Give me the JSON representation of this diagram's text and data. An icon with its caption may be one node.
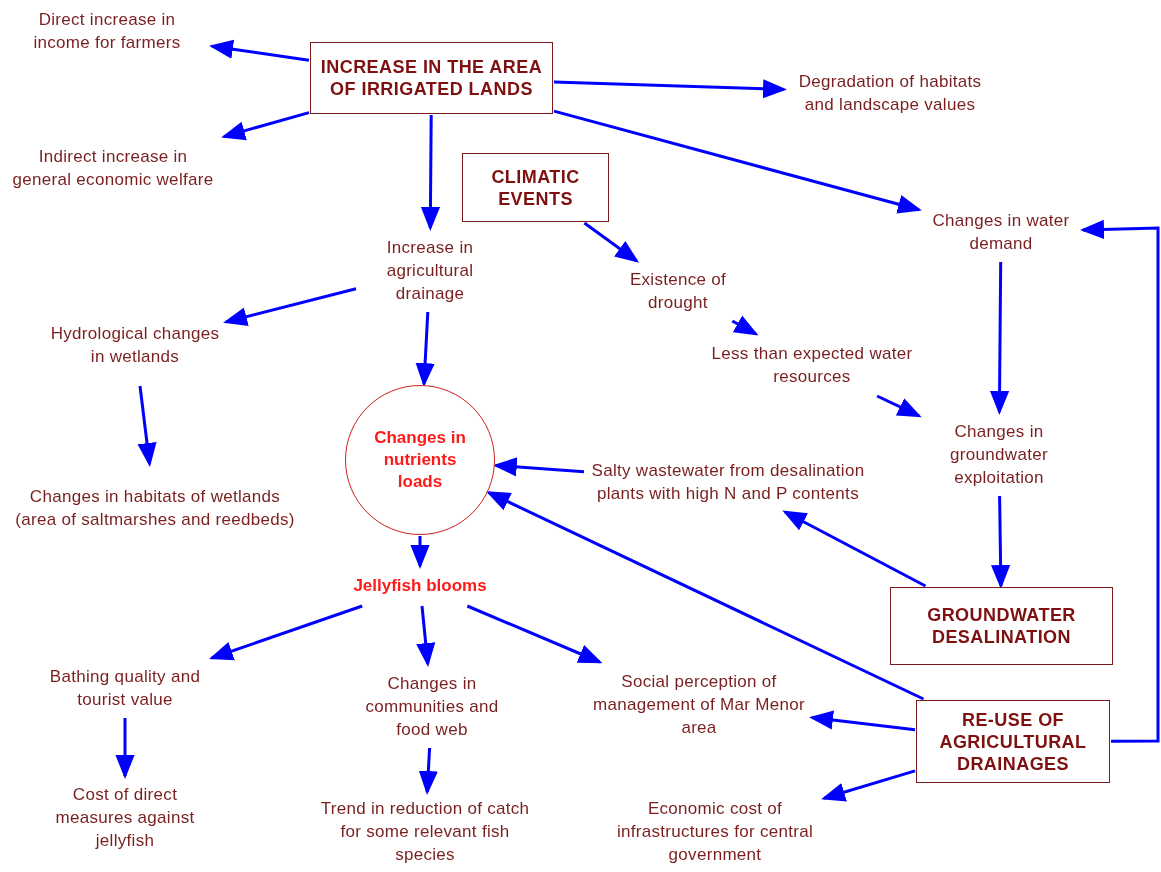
{
  "diagram": {
    "nodes": [
      {
        "text": [
          "INCREASE IN THE AREA OF IRRIGATED LANDS"
        ]
      },
      {
        "text": [
          "Direct increase in income for farmers"
        ]
      },
      {
        "text": [
          "Indirect increase in general economic welfare"
        ]
      },
      {
        "text": [
          "Degradation of habitats and landscape values"
        ]
      },
      {
        "text": [
          "CLIMATIC EVENTS"
        ]
      },
      {
        "text": [
          "Increase in agricultural drainage"
        ]
      },
      {
        "text": [
          "Changes in water demand"
        ]
      },
      {
        "text": [
          "Existence of drought"
        ]
      },
      {
        "text": [
          "Hydrological changes in wetlands"
        ]
      },
      {
        "text": [
          "Less than expected water resources"
        ]
      },
      {
        "text": [
          "Changes in nutrients loads"
        ]
      },
      {
        "text": [
          "Changes in groundwater exploitation"
        ]
      },
      {
        "text": [
          "Changes in habitats of wetlands (area of saltmarshes and reedbeds)"
        ]
      },
      {
        "text": [
          "Salty wastewater from desalination plants with high N and P contents"
        ]
      },
      {
        "text": [
          "GROUNDWATER DESALINATION"
        ]
      },
      {
        "text": [
          "Jellyfish blooms"
        ]
      },
      {
        "text": [
          "Bathing quality and tourist value"
        ]
      },
      {
        "text": [
          "Changes in communities and food web"
        ]
      },
      {
        "text": [
          "Social perception of management of Mar Menor area"
        ]
      },
      {
        "text": [
          "RE-USE OF AGRICULTURAL DRAINAGES"
        ]
      },
      {
        "text": [
          "Cost of direct measures against jellyfish"
        ]
      },
      {
        "text": [
          "Trend in reduction of catch for some relevant fish species"
        ]
      },
      {
        "text": [
          "Economic cost of infrastructures for central government"
        ]
      }
    ],
    "edges": [
      {
        "from": 0,
        "to": 1,
        "arrow": "to"
      },
      {
        "from": 0,
        "to": 2,
        "arrow": "to"
      },
      {
        "from": 0,
        "to": 3,
        "arrow": "to"
      },
      {
        "from": 0,
        "to": 5,
        "arrow": "to"
      },
      {
        "from": 0,
        "to": 6,
        "arrow": "to"
      },
      {
        "from": 4,
        "to": 7,
        "arrow": "to"
      },
      {
        "from": 7,
        "to": 9,
        "arrow": "to"
      },
      {
        "from": 9,
        "to": 11,
        "arrow": "to"
      },
      {
        "from": 6,
        "to": 11,
        "arrow": "to"
      },
      {
        "from": 11,
        "to": 14,
        "arrow": "to"
      },
      {
        "from": 5,
        "to": 8,
        "arrow": "to"
      },
      {
        "from": 5,
        "to": 10,
        "arrow": "to"
      },
      {
        "from": 8,
        "to": 12,
        "arrow": "to"
      },
      {
        "from": 13,
        "to": 10,
        "arrow": "to"
      },
      {
        "from": 14,
        "to": 13,
        "arrow": "to"
      },
      {
        "from": 19,
        "to": 10,
        "arrow": "to"
      },
      {
        "from": 10,
        "to": 15,
        "arrow": "to"
      },
      {
        "from": 15,
        "to": 16,
        "arrow": "to"
      },
      {
        "from": 15,
        "to": 17,
        "arrow": "to"
      },
      {
        "from": 15,
        "to": 18,
        "arrow": "to"
      },
      {
        "from": 16,
        "to": 20,
        "arrow": "to"
      },
      {
        "from": 17,
        "to": 21,
        "arrow": "to"
      },
      {
        "from": 19,
        "to": 18,
        "arrow": "to"
      },
      {
        "from": 19,
        "to": 22,
        "arrow": "to"
      },
      {
        "from": 19,
        "to": 6,
        "arrow": "to"
      }
    ]
  }
}
